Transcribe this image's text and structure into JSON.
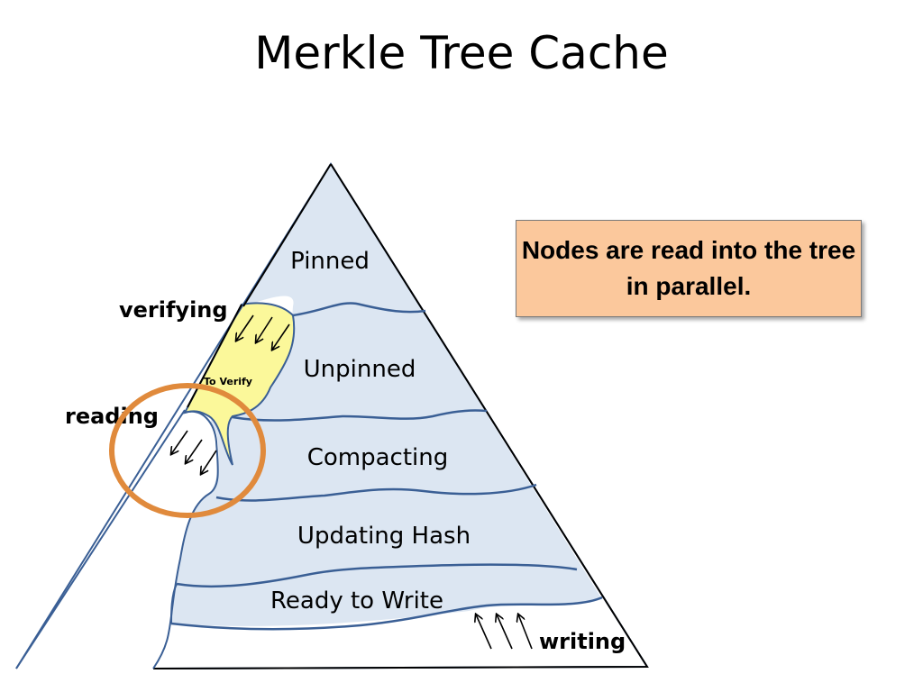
{
  "title": "Merkle Tree Cache",
  "callout": "Nodes are read into the tree in parallel.",
  "layers": {
    "pinned": "Pinned",
    "unpinned": "Unpinned",
    "compacting": "Compacting",
    "updating_hash": "Updating Hash",
    "ready_to_write": "Ready to Write"
  },
  "regions": {
    "to_verify": "To Verify"
  },
  "annotations": {
    "verifying": "verifying",
    "reading": "reading",
    "writing": "writing"
  },
  "colors": {
    "layer_fill": "#dce6f2",
    "layer_line": "#3a5f95",
    "to_verify_fill": "#fbf89a",
    "highlight_circle": "#e08a3c",
    "callout_fill": "#fbc89c"
  }
}
